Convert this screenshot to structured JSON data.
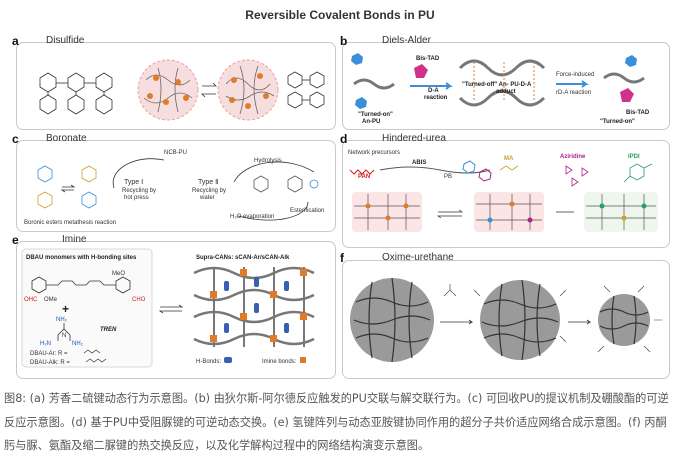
{
  "figure": {
    "title": "Reversible Covalent Bonds in PU",
    "panels": {
      "a": {
        "label": "a",
        "heading": "Disulfide"
      },
      "b": {
        "label": "b",
        "heading": "Diels-Alder",
        "texts": [
          "Bis-TAD",
          "\"Turned-off\" An- PU-D-A",
          "adduct",
          "D-A",
          "reaction",
          "Force-induced",
          "rD-A reaction",
          "Bis-TAD",
          "\"Turned-on\"",
          "\"Turned-on\"",
          "An-PU"
        ]
      },
      "c": {
        "label": "c",
        "heading": "Boronate",
        "texts": [
          "NCB-PU",
          "Type Ⅰ",
          "Recycling by",
          "hot press",
          "Type Ⅱ",
          "Recycling by",
          "water",
          "Boronic esters metathesis reaction",
          "Hydrolysis",
          "H₂O evaporation",
          "Esterification"
        ]
      },
      "d": {
        "label": "d",
        "heading": "Hindered-urea",
        "texts": [
          "Network precursors",
          "ABIS",
          "PAN",
          "PB",
          "MA",
          "Aziridine",
          "IPDI"
        ]
      },
      "e": {
        "label": "e",
        "heading": "Imine",
        "texts": [
          "DBAU monomers with H-bonding sites",
          "Supra-CANs: sCAN-Ar/sCAN-Alk",
          "TREN",
          "DBAU-Ar: R =",
          "DBAU-Alk: R =",
          "H-Bonds:",
          "Imine bonds:",
          "OHC",
          "OMe",
          "MeO",
          "CHO",
          "NH₂",
          "NH₂",
          "H₂N",
          "N"
        ]
      },
      "f": {
        "label": "f",
        "heading": "Oxime-urethane"
      }
    }
  },
  "caption": {
    "text": "图8: (a) 芳香二硫键动态行为示意图。(b) 由狄尔斯-阿尔德反应触发的PU交联与解交联行为。(c) 可回收PU的提议机制及硼酸酯的可逆反应示意图。(d) 基于PU中受阻脲键的可逆动态交换。(e) 氢键阵列与动态亚胺键协同作用的超分子共价适应网络合成示意图。(f) 丙酮肟与脲、氨酯及缩二脲键的热交换反应，以及化学解构过程中的网络结构演变示意图。"
  },
  "colors": {
    "border": "#c9c9c9",
    "ring": "#e8a0a0",
    "blue_accent": "#3a8fd8",
    "magenta": "#d0328a",
    "orange": "#e07b2a",
    "grey_network": "#555555"
  }
}
